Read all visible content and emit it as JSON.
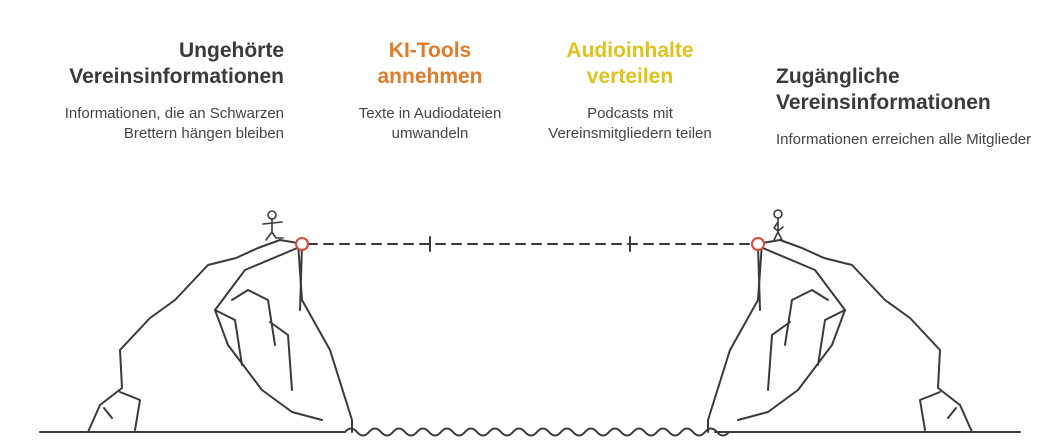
{
  "steps": [
    {
      "title": "Ungehörte Vereinsinformationen",
      "desc": "Informationen, die an Schwarzen Brettern hängen bleiben",
      "color": "#3a3a3a"
    },
    {
      "title": "KI-Tools annehmen",
      "desc": "Texte in Audiodateien umwandeln",
      "color": "#e07b2a"
    },
    {
      "title": "Audioinhalte verteilen",
      "desc": "Podcasts mit Vereinsmitgliedern teilen",
      "color": "#e0c21c"
    },
    {
      "title": "Zugängliche Vereinsinformationen",
      "desc": "Informationen erreichen alle Mitglieder",
      "color": "#3a3a3a"
    }
  ],
  "colors": {
    "line": "#3a3a3a",
    "marker": "#e0453a"
  },
  "icons": [
    "person-balancing-icon",
    "person-standing-icon"
  ]
}
